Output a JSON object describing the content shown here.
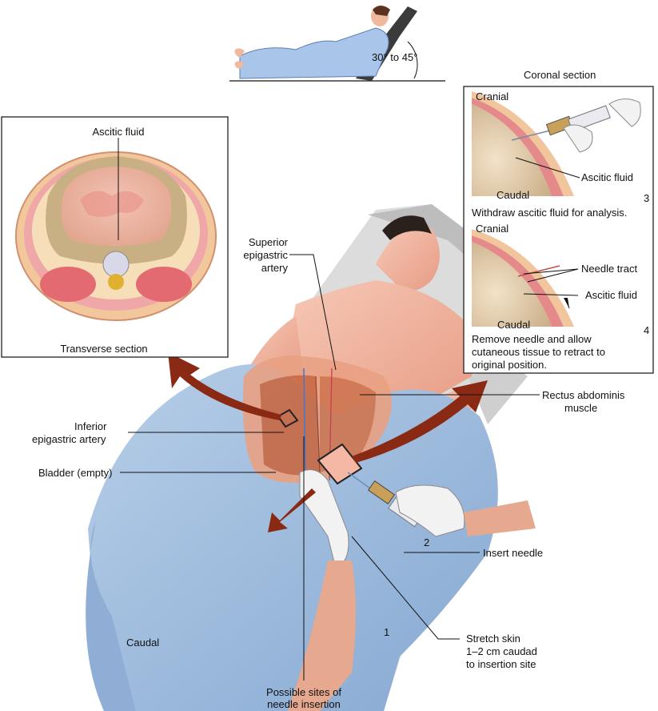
{
  "patient_position": {
    "angle_label": "30° to 45°"
  },
  "transverse_panel": {
    "top_label": "Ascitic fluid",
    "caption": "Transverse section"
  },
  "coronal_panel": {
    "heading": "Coronal section",
    "step3": {
      "cranial": "Cranial",
      "caudal": "Caudal",
      "fluid_label": "Ascitic fluid",
      "number": "3",
      "caption": "Withdraw ascitic fluid for analysis."
    },
    "step4": {
      "cranial": "Cranial",
      "caudal": "Caudal",
      "tract_label": "Needle tract",
      "fluid_label": "Ascitic fluid",
      "number": "4",
      "caption_line1": "Remove needle and allow",
      "caption_line2": "cutaneous tissue to retract to",
      "caption_line3": "original position."
    }
  },
  "main_labels": {
    "superior_line1": "Superior",
    "superior_line2": "epigastric",
    "superior_line3": "artery",
    "rectus_line1": "Rectus abdominis",
    "rectus_line2": "muscle",
    "inferior_line1": "Inferior",
    "inferior_line2": "epigastric artery",
    "bladder": "Bladder (empty)",
    "insert_needle": "Insert needle",
    "step2_number": "2",
    "step1_number": "1",
    "stretch_line1": "Stretch skin",
    "stretch_line2": "1–2 cm caudad",
    "stretch_line3": "to insertion site",
    "caudal": "Caudal",
    "sites_line1": "Possible sites of",
    "sites_line2": "needle insertion"
  },
  "colors": {
    "drape": "#9fbde0",
    "skin": "#f2b8a4",
    "muscle": "#c8643f",
    "fluid": "#e8b59a",
    "arrow": "#8a2a14",
    "glove": "#f2f2f2",
    "panel_border": "#222222"
  }
}
